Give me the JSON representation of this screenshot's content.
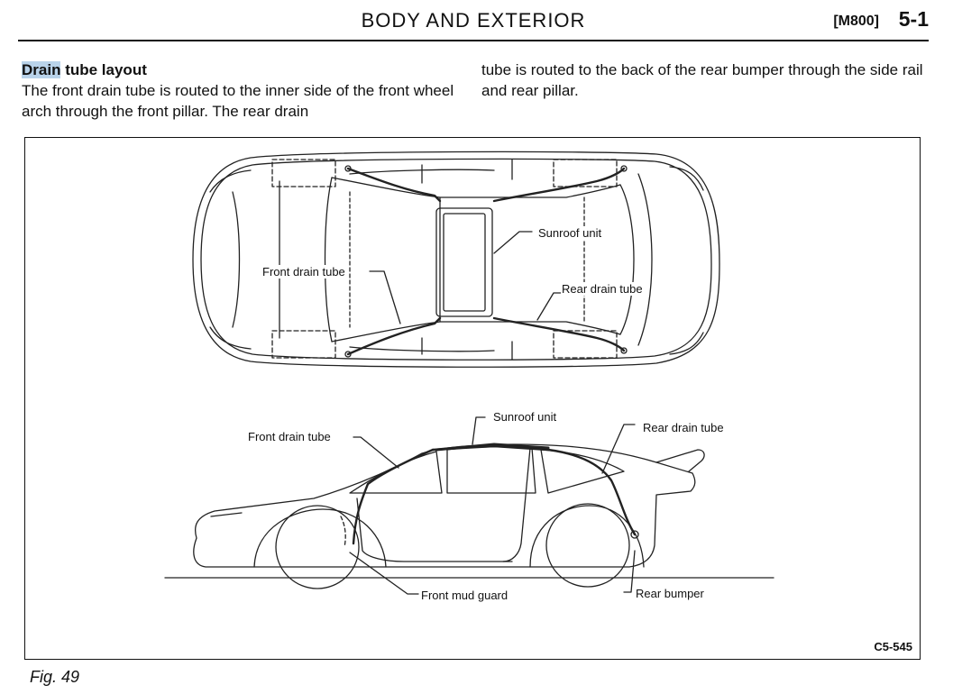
{
  "header": {
    "title": "BODY AND EXTERIOR",
    "code": "[M800]",
    "page": "5-1"
  },
  "section": {
    "heading_highlight": "Drain",
    "heading_rest": " tube layout",
    "paragraph_left": "The front drain tube is routed to the inner side of the front wheel arch through the front pillar. The rear drain",
    "paragraph_right": "tube is routed to the back of the rear bumper through the side rail and rear pillar."
  },
  "figure": {
    "top_view_labels": {
      "sunroof_unit": "Sunroof unit",
      "front_drain_tube": "Front drain tube",
      "rear_drain_tube": "Rear drain tube"
    },
    "side_view_labels": {
      "sunroof_unit": "Sunroof unit",
      "front_drain_tube": "Front drain tube",
      "rear_drain_tube": "Rear drain tube",
      "front_mud_guard": "Front mud guard",
      "rear_bumper": "Rear bumper"
    },
    "code": "C5-545",
    "number": "Fig. 49"
  }
}
